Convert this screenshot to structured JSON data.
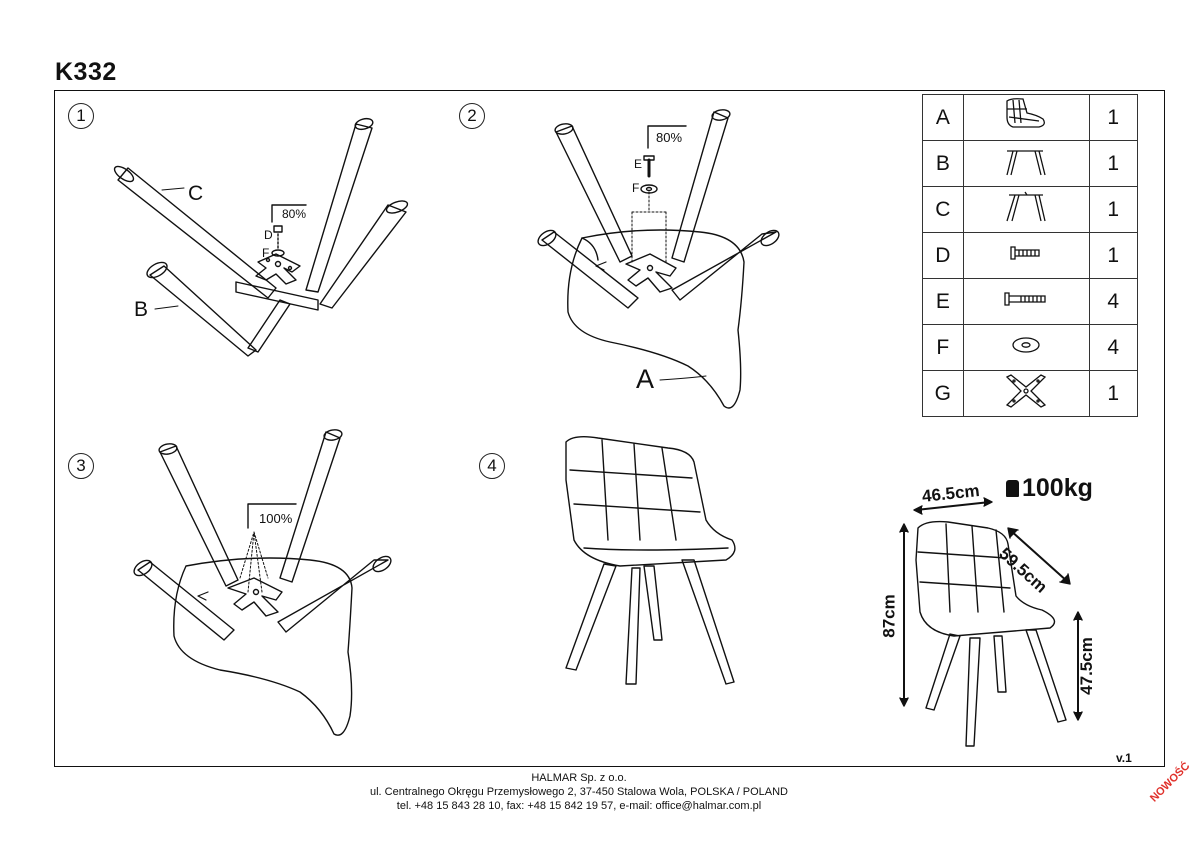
{
  "model": "K332",
  "steps": [
    "1",
    "2",
    "3",
    "4"
  ],
  "callouts": {
    "s1_leg_c": "C",
    "s1_leg_b": "B",
    "s1_screw_d": "D",
    "s1_washer_f": "F",
    "s1_torque": "80%",
    "s2_screw_e": "E",
    "s2_washer_f": "F",
    "s2_torque": "80%",
    "s2_seat_a": "A",
    "s3_torque": "100%"
  },
  "parts": [
    {
      "letter": "A",
      "icon": "seat-icon",
      "qty": "1"
    },
    {
      "letter": "B",
      "icon": "leg-frame-b-icon",
      "qty": "1"
    },
    {
      "letter": "C",
      "icon": "leg-frame-c-icon",
      "qty": "1"
    },
    {
      "letter": "D",
      "icon": "short-screw-icon",
      "qty": "1"
    },
    {
      "letter": "E",
      "icon": "long-screw-icon",
      "qty": "4"
    },
    {
      "letter": "F",
      "icon": "washer-icon",
      "qty": "4"
    },
    {
      "letter": "G",
      "icon": "cross-plate-icon",
      "qty": "1"
    }
  ],
  "dimensions": {
    "width": "46.5cm",
    "depth": "59.5cm",
    "height": "87cm",
    "seat_height": "47.5cm",
    "max_load": "100kg"
  },
  "version": "v.1",
  "footer": {
    "company": "HALMAR Sp. z o.o.",
    "address": "ul. Centralnego Okręgu Przemysłowego 2, 37-450 Stalowa Wola, POLSKA / POLAND",
    "contact": "tel. +48 15 843 28 10, fax: +48 15 842 19 57, e-mail: office@halmar.com.pl"
  },
  "stamp": "NOWOŚĆ",
  "colors": {
    "line": "#111111",
    "stamp": "#e0302a"
  }
}
